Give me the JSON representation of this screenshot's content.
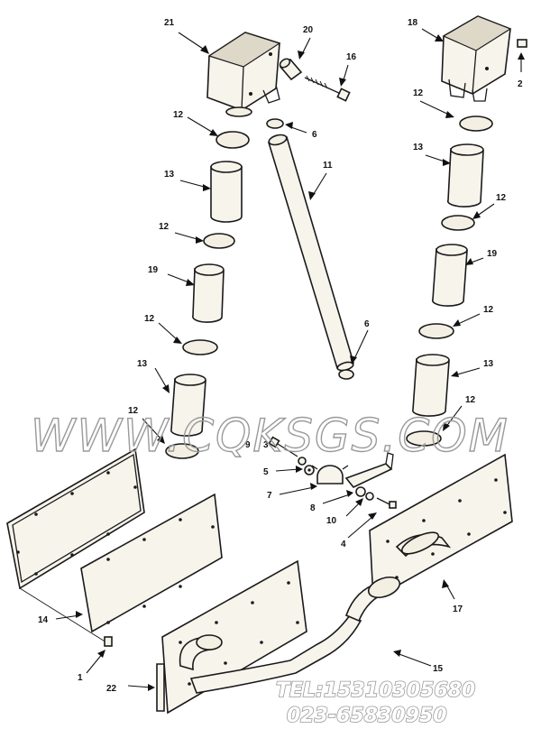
{
  "callouts": {
    "c21": "21",
    "c20": "20",
    "c16": "16",
    "c18": "18",
    "c2": "2",
    "c12a": "12",
    "c6a": "6",
    "c12b": "12",
    "c13a": "13",
    "c11": "11",
    "c13b": "13",
    "c12c": "12",
    "c12d": "12",
    "c19a": "19",
    "c19b": "19",
    "c12e": "12",
    "c12f": "12",
    "c6b": "6",
    "c13c": "13",
    "c13d": "13",
    "c12g": "12",
    "c12h": "12",
    "c9": "9",
    "c3": "3",
    "c5": "5",
    "c7": "7",
    "c8": "8",
    "c10": "10",
    "c4": "4",
    "c17": "17",
    "c14": "14",
    "c1": "1",
    "c22": "22",
    "c15": "15"
  },
  "watermark": {
    "site": "WWW.CQKSGS.COM",
    "tel": "TEL:15310305680",
    "phone": "023-65830950"
  },
  "colors": {
    "ink": "#1a1a1a",
    "part_fill": "#f7f4ec",
    "watermark": "#9a9a9a"
  }
}
